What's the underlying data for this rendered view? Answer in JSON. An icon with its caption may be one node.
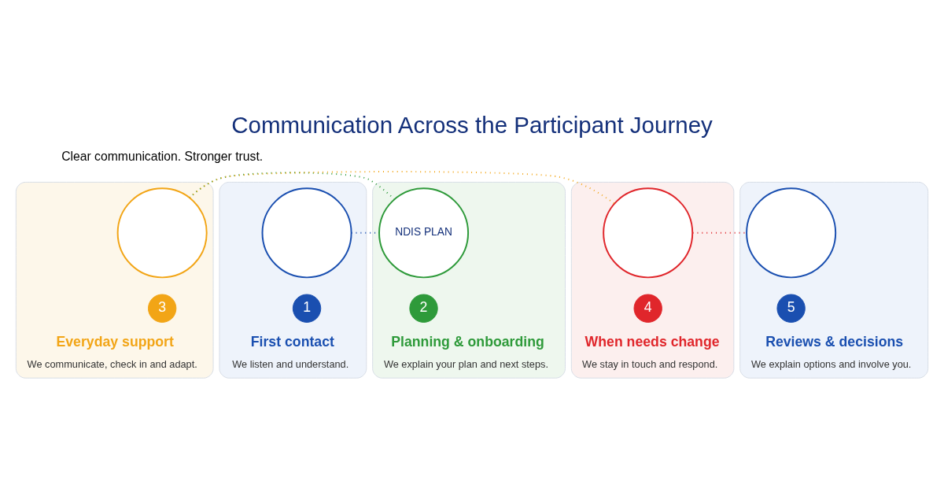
{
  "diagram": {
    "title": "Communication Across the Participant Journey",
    "nodes": [
      {
        "text": [
          "First contact",
          "We listen and understand."
        ]
      },
      {
        "text": [],
        "shape": "circle",
        "in": 0
      },
      {
        "text": [
          "1"
        ],
        "in": 0
      },
      {
        "text": [
          "Planning & onboarding",
          "We explain your plan and next steps."
        ]
      },
      {
        "text": [
          "NDIS PLAN"
        ],
        "in": 3
      },
      {
        "text": [
          "2"
        ],
        "in": 3
      },
      {
        "text": [
          "Everyday support",
          "We communicate, check in and adapt."
        ]
      },
      {
        "text": [],
        "shape": "circle",
        "in": 6
      },
      {
        "text": [
          "3"
        ],
        "in": 6
      },
      {
        "text": [
          "When needs change",
          "We stay in touch and respond."
        ]
      },
      {
        "text": [],
        "shape": "circle",
        "in": 9
      },
      {
        "text": [
          "4"
        ],
        "in": 9
      },
      {
        "text": [
          "Reviews & decisions",
          "We explain options and involve you."
        ]
      },
      {
        "text": [],
        "shape": "circle",
        "in": 12
      },
      {
        "text": [
          "5"
        ],
        "in": 12
      }
    ],
    "edges": [
      {
        "from": 1,
        "to": 4,
        "arrow": "none",
        "style": "dashed",
        "color": "#1a4fb0"
      },
      {
        "from": 4,
        "to": 7,
        "arrow": "none",
        "style": "dashed",
        "color": "#2e9a3a"
      },
      {
        "from": 7,
        "to": 10,
        "arrow": "none",
        "style": "dashed",
        "color": "#f2a516"
      },
      {
        "from": 10,
        "to": 13,
        "arrow": "none",
        "style": "dashed",
        "color": "#e0262b"
      }
    ],
    "labels": [
      "Clear communication. Stronger trust."
    ]
  }
}
